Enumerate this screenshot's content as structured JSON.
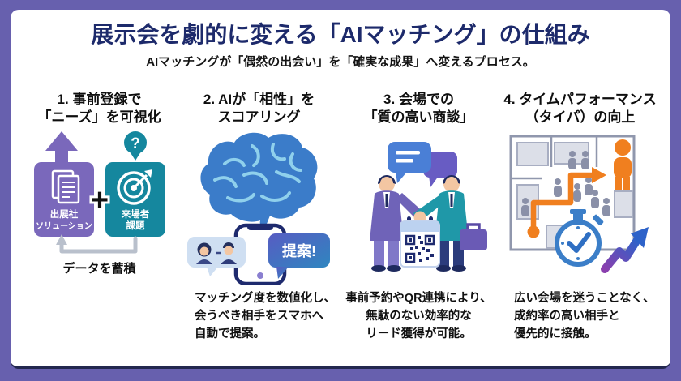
{
  "header": {
    "title": "展示会を劇的に変える「AIマッチング」の仕組み",
    "subtitle": "AIマッチングが「偶然の出会い」を「確実な成果」へ変えるプロセス。"
  },
  "steps": [
    {
      "title": "1. 事前登録で\n「ニーズ」を可視化",
      "exhibitor_label_1": "出展社",
      "exhibitor_label_2": "ソリューション",
      "visitor_label_1": "来場者",
      "visitor_label_2": "課題",
      "plus_sign": "+",
      "question_mark": "?",
      "loop_caption": "データを蓄積"
    },
    {
      "title": "2. AIが「相性」を\nスコアリング",
      "proposal_bubble": "提案!",
      "description": "マッチング度を数値化し、\n会うべき相手をスマホへ\n自動で提案。"
    },
    {
      "title": "3. 会場での\n「質の高い商談」",
      "description": "事前予約やQR連携により、\n無駄のない効率的な\nリード獲得が可能。"
    },
    {
      "title": "4. タイムパフォーマンス\n（タイパ）の向上",
      "description": "広い会場を迷うことなく、\n成約率の高い相手と\n優先的に接触。"
    }
  ],
  "colors": {
    "frame_purple": "#6760ae",
    "title_navy": "#1d2a6b",
    "exhibitor_purple": "#7a68bb",
    "visitor_teal": "#15879e",
    "brain_blue": "#3b7cc9",
    "orange": "#f07f1f",
    "phone_navy": "#1e2a6e",
    "loop_gray": "#b9c0cc"
  }
}
